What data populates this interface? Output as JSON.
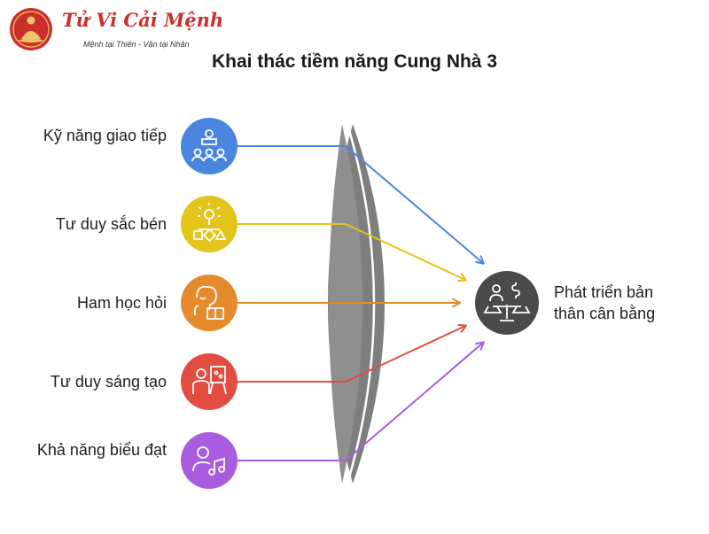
{
  "brand": {
    "name": "Tử Vi Cải Mệnh",
    "tagline": "Mệnh tại Thiên - Vận tại Nhân"
  },
  "title": "Khai thác tiềm năng Cung Nhà 3",
  "inputs": [
    {
      "label": "Kỹ năng giao tiếp",
      "icon": "presenter-audience-icon",
      "color": "#4a86e0"
    },
    {
      "label": "Tư duy sắc bén",
      "icon": "idea-shapes-icon",
      "color": "#e2c41c"
    },
    {
      "label": "Ham học hỏi",
      "icon": "reading-book-icon",
      "color": "#e68a2e"
    },
    {
      "label": "Tư duy sáng tạo",
      "icon": "artist-easel-icon",
      "color": "#e24d42"
    },
    {
      "label": "Khả năng biểu đạt",
      "icon": "singer-music-icon",
      "color": "#a85de0"
    }
  ],
  "output": {
    "label": "Phát triển bản thân cân bằng",
    "icon": "person-balance-scale-icon",
    "color": "#4a4a4a"
  },
  "lens_color": "#8a8a8a"
}
